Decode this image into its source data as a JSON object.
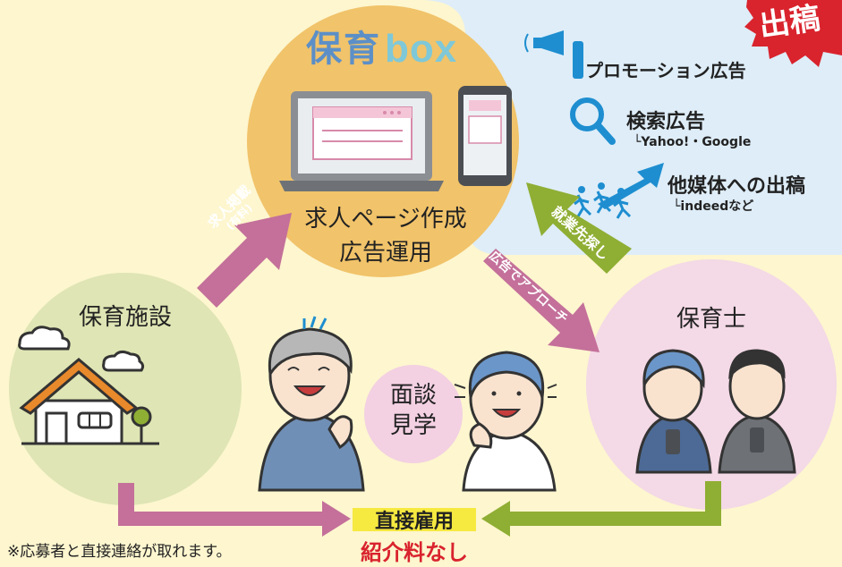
{
  "brand": {
    "text": "保育",
    "box_letters": "box"
  },
  "promo": {
    "badge": "出稿",
    "items": [
      {
        "label": "プロモーション広告",
        "sub": ""
      },
      {
        "label": "検索広告",
        "sub": "└Yahoo!・Google"
      },
      {
        "label": "他媒体への出稿",
        "sub": "└indeedなど"
      }
    ]
  },
  "hub": {
    "line1": "求人ページ作成",
    "line2": "広告運用"
  },
  "facility": {
    "label": "保育施設"
  },
  "teacher": {
    "label": "保育士"
  },
  "arrows": {
    "listing": "求人掲載",
    "listing_note": "(有料)",
    "approach": "広告でアプローチ",
    "job_search": "就業先探し"
  },
  "meeting": {
    "line1": "面談",
    "line2": "見学"
  },
  "result": {
    "direct": "直接雇用",
    "no_fee": "紹介料なし"
  },
  "footnote": "※応募者と直接連絡が取れます。",
  "colors": {
    "background": "#fdf6cf",
    "hub_circle": "#f1c36a",
    "facility_circle": "#dfe5b4",
    "teacher_circle": "#f4d9e6",
    "meeting_circle": "#f3d0e2",
    "promo_panel": "#deedf8",
    "accent_blue": "#1e8ed0",
    "pink_arrow": "#c4709a",
    "green_arrow": "#8fae34",
    "house_orange": "#e8892b",
    "red": "#d9232d",
    "highlight": "#f6e940"
  }
}
